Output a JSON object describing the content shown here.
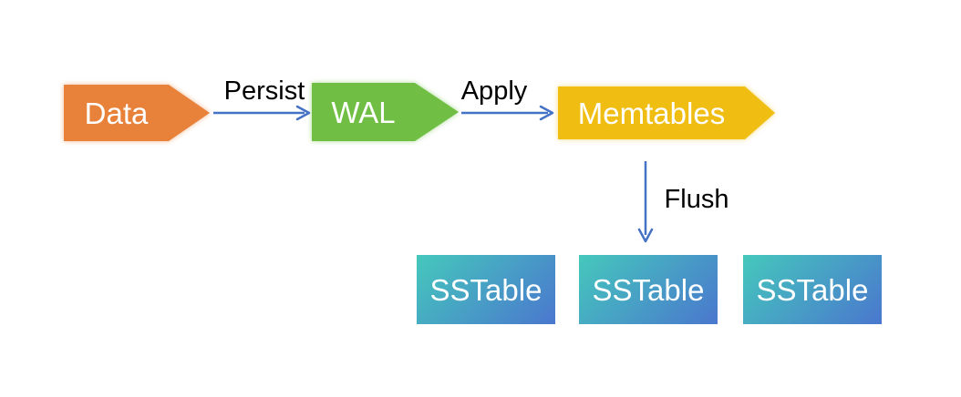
{
  "diagram": {
    "background_color": "#ffffff",
    "connector_color": "#4472C4",
    "edge_label_color": "#000000",
    "nodes": [
      {
        "id": "data",
        "label": "Data",
        "shape": "chevron-right",
        "color": "#E8823B",
        "text_color": "#ffffff"
      },
      {
        "id": "wal",
        "label": "WAL",
        "shape": "chevron-right",
        "color": "#70BF44",
        "text_color": "#ffffff"
      },
      {
        "id": "memtables",
        "label": "Memtables",
        "shape": "chevron-right",
        "color": "#F0BD13",
        "text_color": "#ffffff"
      },
      {
        "id": "sstable-1",
        "label": "SSTable",
        "shape": "rect",
        "gradient_start": "#45C8BC",
        "gradient_end": "#4A77CE",
        "gradient_css": "linear-gradient(135deg, #45C8BC, #4A77CE)",
        "text_color": "#ffffff"
      },
      {
        "id": "sstable-2",
        "label": "SSTable",
        "shape": "rect",
        "gradient_start": "#45C8BC",
        "gradient_end": "#4A77CE",
        "gradient_css": "linear-gradient(135deg, #45C8BC, #4A77CE)",
        "text_color": "#ffffff"
      },
      {
        "id": "sstable-3",
        "label": "SSTable",
        "shape": "rect",
        "gradient_start": "#45C8BC",
        "gradient_end": "#4A77CE",
        "gradient_css": "linear-gradient(135deg, #45C8BC, #4A77CE)",
        "text_color": "#ffffff"
      }
    ],
    "edges": [
      {
        "label": "Persist",
        "from": "data",
        "to": "wal",
        "direction": "right"
      },
      {
        "label": "Apply",
        "from": "wal",
        "to": "memtables",
        "direction": "right"
      },
      {
        "label": "Flush",
        "from": "memtables",
        "to": "sstable-2",
        "direction": "down"
      }
    ]
  }
}
